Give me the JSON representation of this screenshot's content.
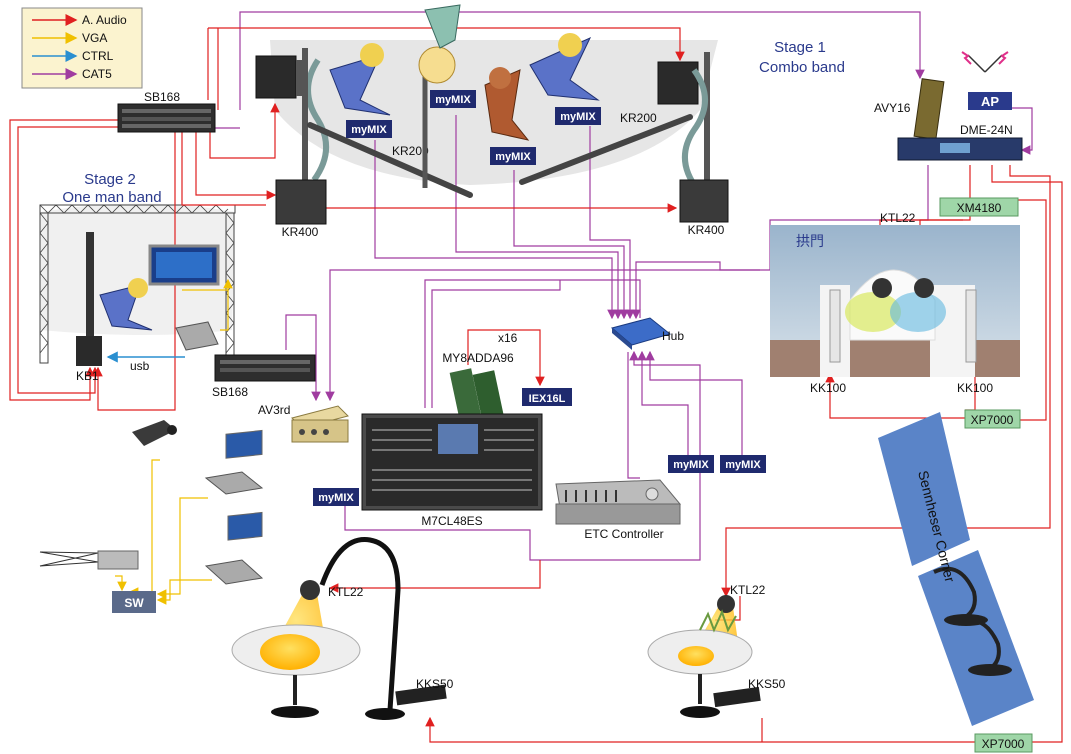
{
  "legend": [
    {
      "label": "A. Audio",
      "color": "#e02020"
    },
    {
      "label": "VGA",
      "color": "#f0c000"
    },
    {
      "label": "CTRL",
      "color": "#2a8fd0"
    },
    {
      "label": "CAT5",
      "color": "#a03ca0"
    }
  ],
  "stages": {
    "stage1_line1": "Stage 1",
    "stage1_line2": "Combo band",
    "stage2_line1": "Stage 2",
    "stage2_line2": "One man band",
    "corner": "Sennheser Corner"
  },
  "labels": {
    "sb168_top": "SB168",
    "sb168_mid": "SB168",
    "kr200_left": "KR200",
    "kr200_right": "KR200",
    "kr400_left": "KR400",
    "kr400_right": "KR400",
    "avy16": "AVY16",
    "dme": "DME-24N",
    "ktl22_top": "KTL22",
    "kk100_left": "KK100",
    "kk100_right": "KK100",
    "kb1": "KB1",
    "usb": "usb",
    "av3rd": "AV3rd",
    "x16": "x16",
    "my8": "MY8ADDA96",
    "hub": "Hub",
    "console": "M7CL48ES",
    "etc": "ETC Controller",
    "ktl22_left": "KTL22",
    "ktl22_right": "KTL22",
    "kks50_left": "KKS50",
    "kks50_right": "KKS50",
    "gate_text": "拱門"
  },
  "tags": {
    "mymix1": "myMIX",
    "mymix2": "myMIX",
    "mymix3": "myMIX",
    "mymix4": "myMIX",
    "mymix5": "myMIX",
    "mymix6": "myMIX",
    "mymix7": "myMIX",
    "iex16l": "IEX16L",
    "ap": "AP",
    "sw": "SW"
  },
  "green_tags": {
    "xm4180": "XM4180",
    "xp7000_mid": "XP7000",
    "xp7000_bottom": "XP7000"
  }
}
